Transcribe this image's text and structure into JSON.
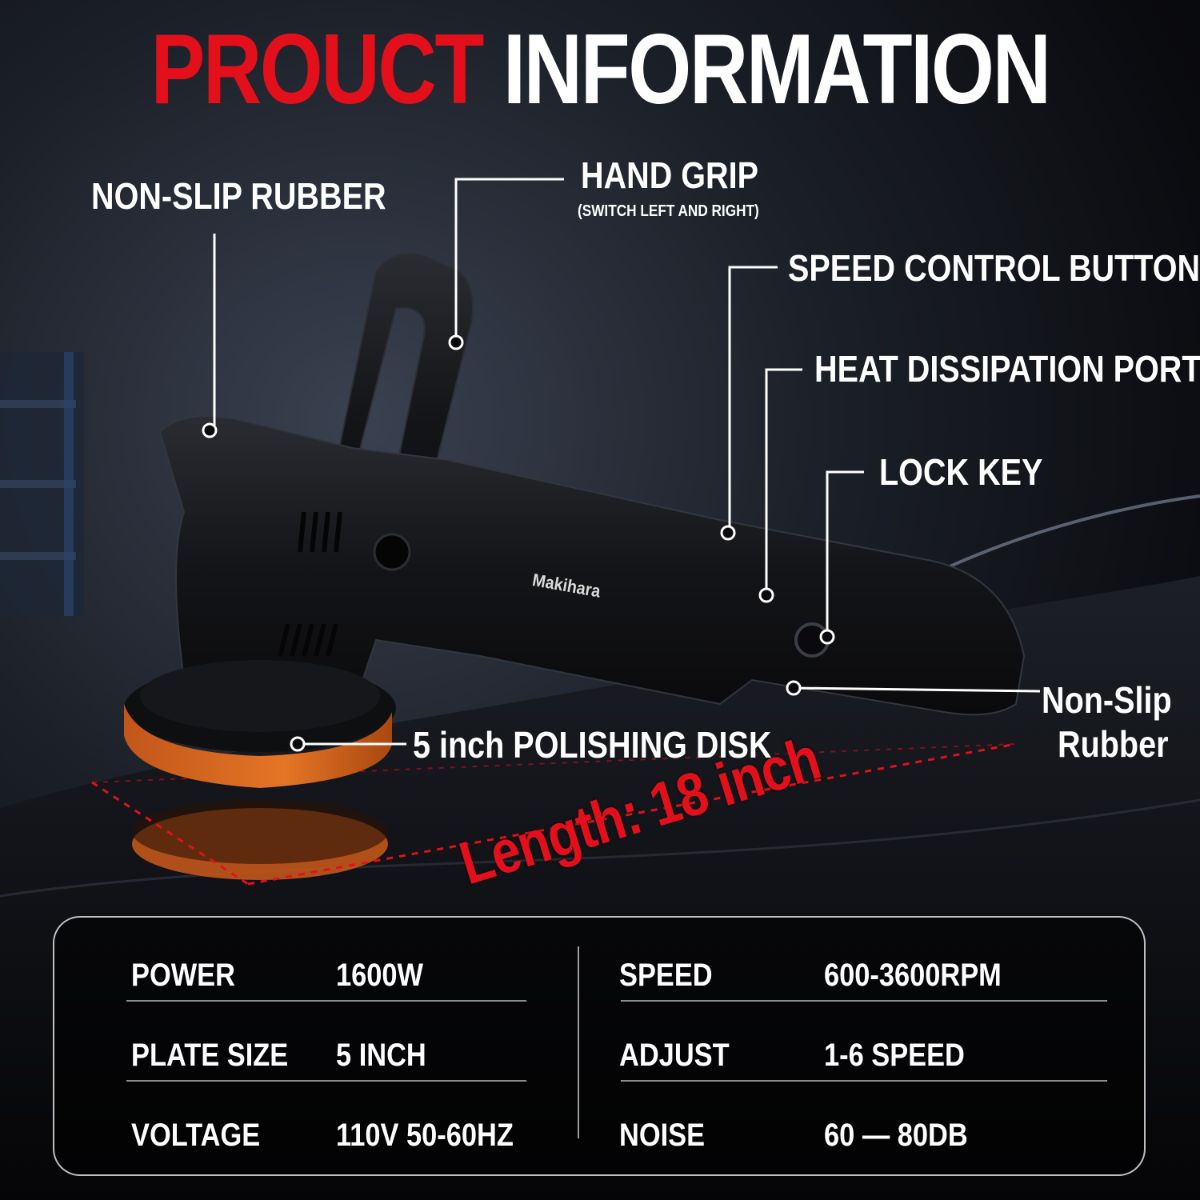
{
  "title": {
    "part1": "PROUCT",
    "part2": "INFORMATION"
  },
  "callouts": {
    "non_slip_rubber_top": "NON-SLIP RUBBER",
    "hand_grip": "HAND GRIP",
    "hand_grip_sub": "(SWITCH LEFT AND RIGHT)",
    "speed_control": "SPEED CONTROL BUTTON",
    "heat_port": "HEAT DISSIPATION PORT",
    "lock_key": "LOCK KEY",
    "non_slip_bottom_line1": "Non-Slip",
    "non_slip_bottom_line2": "Rubber",
    "polishing_disk": "5 inch POLISHING DISK"
  },
  "product": {
    "brand": "Makihara",
    "length_text": "Length: 18 inch"
  },
  "specs": {
    "left": [
      {
        "key": "POWER",
        "value": "1600W"
      },
      {
        "key": "PLATE SIZE",
        "value": "5 INCH"
      },
      {
        "key": "VOLTAGE",
        "value": "110V 50-60HZ"
      }
    ],
    "right": [
      {
        "key": "SPEED",
        "value": "600-3600RPM"
      },
      {
        "key": "ADJUST",
        "value": "1-6 SPEED"
      },
      {
        "key": "NOISE",
        "value": "60 — 80DB"
      }
    ]
  },
  "colors": {
    "accent": "#e3101b",
    "pad": "#e06a1c",
    "text": "#ffffff"
  }
}
